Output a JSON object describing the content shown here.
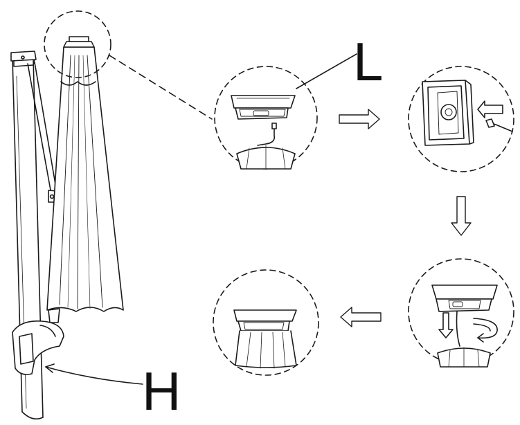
{
  "labels": {
    "part_l": "L",
    "part_h": "H"
  },
  "colors": {
    "ink": "#1a1a1a",
    "paper": "#ffffff",
    "shade": "#f2f2f2"
  },
  "steps": [
    {
      "name": "step-1-remove-cap"
    },
    {
      "name": "step-2-insert-battery"
    },
    {
      "name": "step-3-rotate-connect"
    },
    {
      "name": "step-4-reassemble"
    }
  ],
  "arrows": [
    {
      "name": "arrow-right-step1-to-step2",
      "direction": "right"
    },
    {
      "name": "arrow-down-step2-to-step3",
      "direction": "down"
    },
    {
      "name": "arrow-left-step3-to-step4",
      "direction": "left"
    }
  ]
}
